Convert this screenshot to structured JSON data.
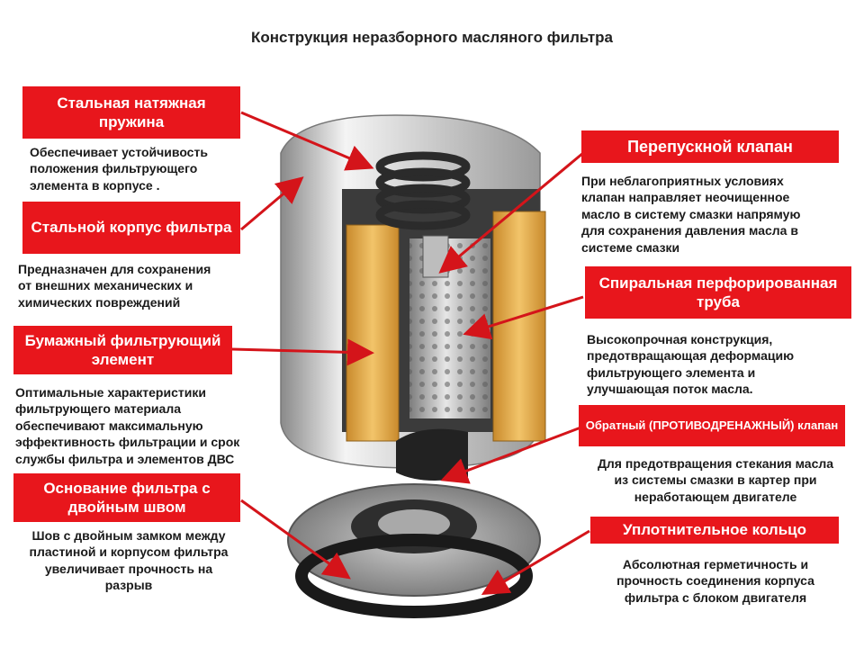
{
  "title": "Конструкция  неразборного  масляного фильтра",
  "colors": {
    "label_bg": "#e8161c",
    "label_text": "#ffffff",
    "arrow": "#d4141a",
    "filter_paper": "#e8b04a",
    "housing": "#d9d9d9"
  },
  "components": [
    {
      "label": "Стальная натяжная пружина",
      "description": "Обеспечивает устойчивость\nположения фильтрующего\nэлемента в корпусе ."
    },
    {
      "label": "Стальной корпус фильтра",
      "description": "Предназначен для сохранения\nот внешних механических и\nхимических повреждений"
    },
    {
      "label": "Бумажный фильтрующий элемент",
      "description": "Оптимальные характеристики\nфильтрующего материала\nобеспечивают максимальную\nэффективность фильтрации и срок\nслужбы фильтра и элементов ДВС"
    },
    {
      "label": "Основание фильтра с двойным швом",
      "description": "Шов с двойным замком между\nпластиной и корпусом фильтра\nувеличивает прочность на\nразрыв"
    },
    {
      "label": "Перепускной клапан",
      "description": "При неблагоприятных условиях\nклапан направляет неочищенное\nмасло в систему смазки напрямую\nдля сохранения давления масла в\nсистеме смазки"
    },
    {
      "label": "Спиральная перфорированная труба",
      "description": "Высокопрочная конструкция,\nпредотвращающая деформацию\nфильтрующего элемента и\nулучшающая поток масла."
    },
    {
      "label": "Обратный (ПРОТИВОДРЕНАЖНЫЙ) клапан",
      "description": "Для предотвращения стекания масла\nиз системы смазки в картер при\nнеработающем двигателе"
    },
    {
      "label": "Уплотнительное кольцо",
      "description": "Абсолютная  герметичность и\nпрочность соединения корпуса\nфильтра с блоком двигателя"
    }
  ]
}
